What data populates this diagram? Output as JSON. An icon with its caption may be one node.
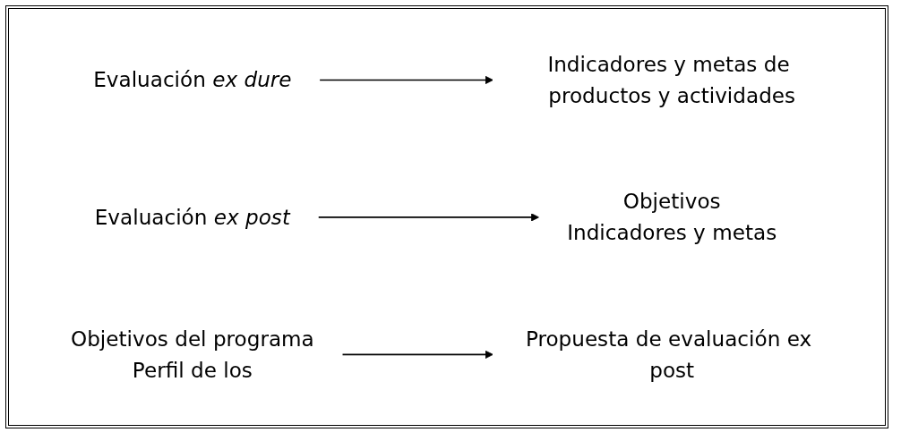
{
  "diagram": {
    "nodes": [
      {
        "text": [
          "Evaluación *ex dure*"
        ]
      },
      {
        "text": [
          "Indicadores y metas de productos y actividades"
        ]
      },
      {
        "text": [
          "Evaluación *ex post*"
        ]
      },
      {
        "text": [
          "Objetivos",
          "Indicadores y metas"
        ]
      },
      {
        "text": [
          "Objetivos del programa",
          "Perfil de los"
        ]
      },
      {
        "text": [
          "Propuesta de evaluación ex post"
        ]
      }
    ],
    "edges": [
      {
        "from": 0,
        "to": 1,
        "arrow": "to"
      },
      {
        "from": 2,
        "to": 3,
        "arrow": "to"
      },
      {
        "from": 4,
        "to": 5,
        "arrow": "to"
      }
    ]
  }
}
